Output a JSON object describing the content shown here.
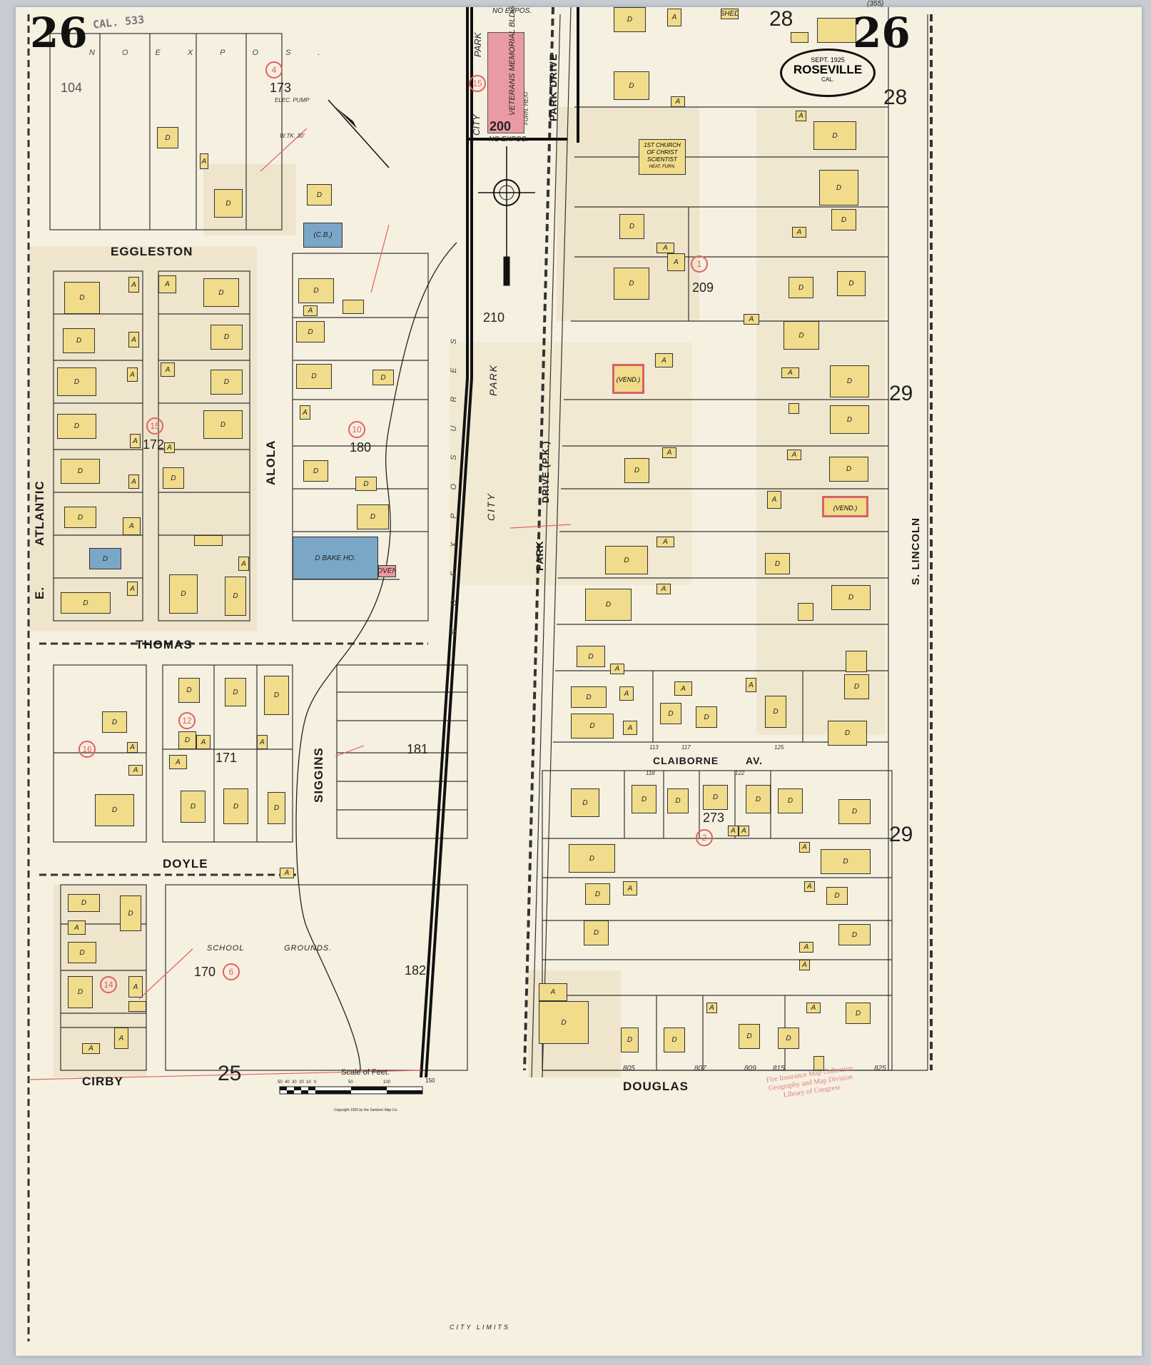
{
  "sheet_number": "26",
  "stamp": "CAL.  533",
  "title_block": {
    "date": "SEPT. 1925",
    "city": "ROSEVILLE",
    "state": "CAL."
  },
  "prior_sheet_ref": "(355)",
  "no_exposures_top": "NOEXPOS.",
  "no_exposures_side": "NOEXPOSURES",
  "streets": {
    "eggleston": "EGGLESTON",
    "thomas": "THOMAS",
    "doyle": "DOYLE",
    "cirby": "CIRBY",
    "douglas": "DOUGLAS",
    "claiborne": "CLAIBORNE",
    "claiborne_suffix": "AV.",
    "atlantic": "ATLANTIC",
    "atlantic_prefix": "E.",
    "alola": "ALOLA",
    "siggins": "SIGGINS",
    "s_lincoln": "S. LINCOLN",
    "park_drive_top": "PARK DRIVE",
    "city_park_city": "CITY",
    "city_park_park": "PARK",
    "park_lower": "PARK",
    "drive_lower": "DRIVE (P.K.)",
    "city_limits": "CITY    LIMITS"
  },
  "park": {
    "label_city": "CITY",
    "label_park": "PARK",
    "no_expos": "NO  EXPOS.",
    "no_expos_bottom": "NO   EXPOS."
  },
  "memorial": {
    "name": "VETERANS MEMORIAL BLDG",
    "note": "FURN. HEAT"
  },
  "church": {
    "line1": "1ST CHURCH",
    "line2": "OF CHRIST",
    "line3": "SCIENTIST",
    "note": "HEAT. FURN."
  },
  "pump": {
    "label": "ELEC. PUMP",
    "tank": "W.TK. 30'"
  },
  "school": {
    "word1": "SCHOOL",
    "word2": "GROUNDS."
  },
  "vend_label": "(VEND.)",
  "block_numbers": [
    "104",
    "173",
    "172",
    "180",
    "171",
    "181",
    "170",
    "182",
    "200",
    "210",
    "209",
    "273"
  ],
  "adjoining_sheets": [
    "25",
    "28",
    "28",
    "29",
    "29"
  ],
  "address_numbers": {
    "douglas": [
      "805",
      "807",
      "809",
      "815",
      "825"
    ],
    "claiborne": [
      "113",
      "117",
      "118",
      "122",
      "125"
    ]
  },
  "red_annotations": [
    "4",
    "15",
    "15",
    "10",
    "16",
    "12",
    "14",
    "6",
    "1",
    "2"
  ],
  "colors": {
    "frame": "#f0dc8a",
    "concrete_block": "#7aa7c7",
    "brick": "#e99aa3",
    "paper": "#f6f0e1",
    "annotation": "#e2605f"
  },
  "buildings": [
    {
      "l": "D",
      "m": "frame"
    },
    {
      "l": "A",
      "m": "frame"
    },
    {
      "l": "D",
      "m": "frame"
    },
    {
      "l": "D",
      "m": "frame"
    },
    {
      "l": "(C.B.)",
      "m": "concrete_block"
    },
    {
      "l": "D",
      "m": "frame"
    },
    {
      "l": "A",
      "m": "frame"
    },
    {
      "l": "D",
      "m": "frame"
    },
    {
      "l": "A",
      "m": "frame"
    },
    {
      "l": "D",
      "m": "frame"
    },
    {
      "l": "A",
      "m": "frame"
    },
    {
      "l": "D",
      "m": "frame"
    },
    {
      "l": "A",
      "m": "frame"
    },
    {
      "l": "D",
      "m": "frame"
    },
    {
      "l": "A",
      "m": "frame"
    },
    {
      "l": "D",
      "m": "frame"
    },
    {
      "l": "A",
      "m": "frame"
    },
    {
      "l": "D",
      "m": "concrete_block"
    },
    {
      "l": "D",
      "m": "frame"
    },
    {
      "l": "A",
      "m": "frame"
    },
    {
      "l": "A",
      "m": "frame"
    },
    {
      "l": "D",
      "m": "frame"
    },
    {
      "l": "D",
      "m": "frame"
    },
    {
      "l": "A",
      "m": "frame"
    },
    {
      "l": "D",
      "m": "frame"
    },
    {
      "l": "D",
      "m": "frame"
    },
    {
      "l": "A",
      "m": "frame"
    },
    {
      "l": "D",
      "m": "frame"
    },
    {
      "l": "",
      "m": "frame"
    },
    {
      "l": "A",
      "m": "frame"
    },
    {
      "l": "D",
      "m": "frame"
    },
    {
      "l": "D",
      "m": "frame"
    },
    {
      "l": "D",
      "m": "frame"
    },
    {
      "l": "A",
      "m": "frame"
    },
    {
      "l": "",
      "m": "frame"
    },
    {
      "l": "D",
      "m": "frame"
    },
    {
      "l": "D",
      "m": "frame"
    },
    {
      "l": "D",
      "m": "frame"
    },
    {
      "l": "A",
      "m": "frame"
    },
    {
      "l": "D",
      "m": "frame"
    },
    {
      "l": "D",
      "m": "frame"
    },
    {
      "l": "D",
      "m": "frame"
    },
    {
      "l": "D    BAKE HO.",
      "m": "concrete_block"
    },
    {
      "l": "OVEN",
      "m": "brick"
    },
    {
      "l": "D",
      "m": "frame"
    },
    {
      "l": "A",
      "m": "frame"
    },
    {
      "l": "A",
      "m": "frame"
    },
    {
      "l": "D",
      "m": "frame"
    },
    {
      "l": "D",
      "m": "frame"
    },
    {
      "l": "D",
      "m": "frame"
    },
    {
      "l": "D",
      "m": "frame"
    },
    {
      "l": "D",
      "m": "frame"
    },
    {
      "l": "A",
      "m": "frame"
    },
    {
      "l": "A",
      "m": "frame"
    },
    {
      "l": "A",
      "m": "frame"
    },
    {
      "l": "D",
      "m": "frame"
    },
    {
      "l": "D",
      "m": "frame"
    },
    {
      "l": "D",
      "m": "frame"
    },
    {
      "l": "A",
      "m": "frame"
    },
    {
      "l": "D",
      "m": "frame"
    },
    {
      "l": "D",
      "m": "frame"
    },
    {
      "l": "A",
      "m": "frame"
    },
    {
      "l": "D",
      "m": "frame"
    },
    {
      "l": "D",
      "m": "frame"
    },
    {
      "l": "A",
      "m": "frame"
    },
    {
      "l": "",
      "m": "frame"
    },
    {
      "l": "A",
      "m": "frame"
    },
    {
      "l": "A",
      "m": "frame"
    },
    {
      "l": "D",
      "m": "frame"
    },
    {
      "l": "A",
      "m": "frame"
    },
    {
      "l": "SHED",
      "m": "frame"
    },
    {
      "l": "",
      "m": "frame"
    },
    {
      "l": "",
      "m": "frame"
    },
    {
      "l": "D",
      "m": "frame"
    },
    {
      "l": "A",
      "m": "frame"
    },
    {
      "l": "A",
      "m": "frame"
    },
    {
      "l": "D",
      "m": "frame"
    },
    {
      "l": "D",
      "m": "frame"
    },
    {
      "l": "D",
      "m": "frame"
    },
    {
      "l": "D",
      "m": "frame"
    },
    {
      "l": "A",
      "m": "frame"
    },
    {
      "l": "A",
      "m": "frame"
    },
    {
      "l": "D",
      "m": "frame"
    },
    {
      "l": "A",
      "m": "frame"
    },
    {
      "l": "D",
      "m": "frame"
    },
    {
      "l": "D",
      "m": "frame"
    },
    {
      "l": "A",
      "m": "frame"
    },
    {
      "l": "D",
      "m": "frame"
    },
    {
      "l": "A",
      "m": "frame"
    },
    {
      "l": "A",
      "m": "frame"
    },
    {
      "l": "D",
      "m": "frame"
    },
    {
      "l": "",
      "m": "frame"
    },
    {
      "l": "D",
      "m": "frame"
    },
    {
      "l": "A",
      "m": "frame"
    },
    {
      "l": "D",
      "m": "frame"
    },
    {
      "l": "A",
      "m": "frame"
    },
    {
      "l": "D",
      "m": "frame"
    },
    {
      "l": "A",
      "m": "frame"
    },
    {
      "l": "A",
      "m": "frame"
    },
    {
      "l": "D",
      "m": "frame"
    },
    {
      "l": "D",
      "m": "frame"
    },
    {
      "l": "A",
      "m": "frame"
    },
    {
      "l": "D",
      "m": "frame"
    },
    {
      "l": "D",
      "m": "frame"
    },
    {
      "l": "",
      "m": "frame"
    },
    {
      "l": "D",
      "m": "frame"
    },
    {
      "l": "A",
      "m": "frame"
    },
    {
      "l": "",
      "m": "frame"
    },
    {
      "l": "D",
      "m": "frame"
    },
    {
      "l": "A",
      "m": "frame"
    },
    {
      "l": "A",
      "m": "frame"
    },
    {
      "l": "A",
      "m": "frame"
    },
    {
      "l": "D",
      "m": "frame"
    },
    {
      "l": "D",
      "m": "frame"
    },
    {
      "l": "D",
      "m": "frame"
    },
    {
      "l": "D",
      "m": "frame"
    },
    {
      "l": "A",
      "m": "frame"
    },
    {
      "l": "D",
      "m": "frame"
    },
    {
      "l": "D",
      "m": "frame"
    },
    {
      "l": "D",
      "m": "frame"
    },
    {
      "l": "D",
      "m": "frame"
    },
    {
      "l": "D",
      "m": "frame"
    },
    {
      "l": "D",
      "m": "frame"
    },
    {
      "l": "D",
      "m": "frame"
    },
    {
      "l": "D",
      "m": "frame"
    },
    {
      "l": "D",
      "m": "frame"
    },
    {
      "l": "A",
      "m": "frame"
    },
    {
      "l": "A",
      "m": "frame"
    },
    {
      "l": "D",
      "m": "frame"
    },
    {
      "l": "A",
      "m": "frame"
    },
    {
      "l": "D",
      "m": "frame"
    },
    {
      "l": "D",
      "m": "frame"
    },
    {
      "l": "A",
      "m": "frame"
    },
    {
      "l": "A",
      "m": "frame"
    },
    {
      "l": "D",
      "m": "frame"
    },
    {
      "l": "D",
      "m": "frame"
    },
    {
      "l": "D",
      "m": "frame"
    },
    {
      "l": "A",
      "m": "frame"
    },
    {
      "l": "A",
      "m": "frame"
    },
    {
      "l": "A",
      "m": "frame"
    },
    {
      "l": "D",
      "m": "frame"
    },
    {
      "l": "D",
      "m": "frame"
    },
    {
      "l": "D",
      "m": "frame"
    },
    {
      "l": "A",
      "m": "frame"
    },
    {
      "l": "D",
      "m": "frame"
    },
    {
      "l": "D",
      "m": "frame"
    },
    {
      "l": "A",
      "m": "frame"
    },
    {
      "l": "D",
      "m": "frame"
    },
    {
      "l": "",
      "m": "frame"
    }
  ],
  "scale": {
    "title": "Scale of Feet.",
    "ticks": [
      "50",
      "40",
      "30",
      "20",
      "10",
      "0",
      "50",
      "100",
      "150"
    ]
  },
  "copyright": "Copyright 1925 by the Sanborn Map Co.",
  "library_stamp": {
    "line1": "Fire Insurance Map Collection",
    "line2": "Geography and Map Division",
    "line3": "Library of Congress"
  }
}
